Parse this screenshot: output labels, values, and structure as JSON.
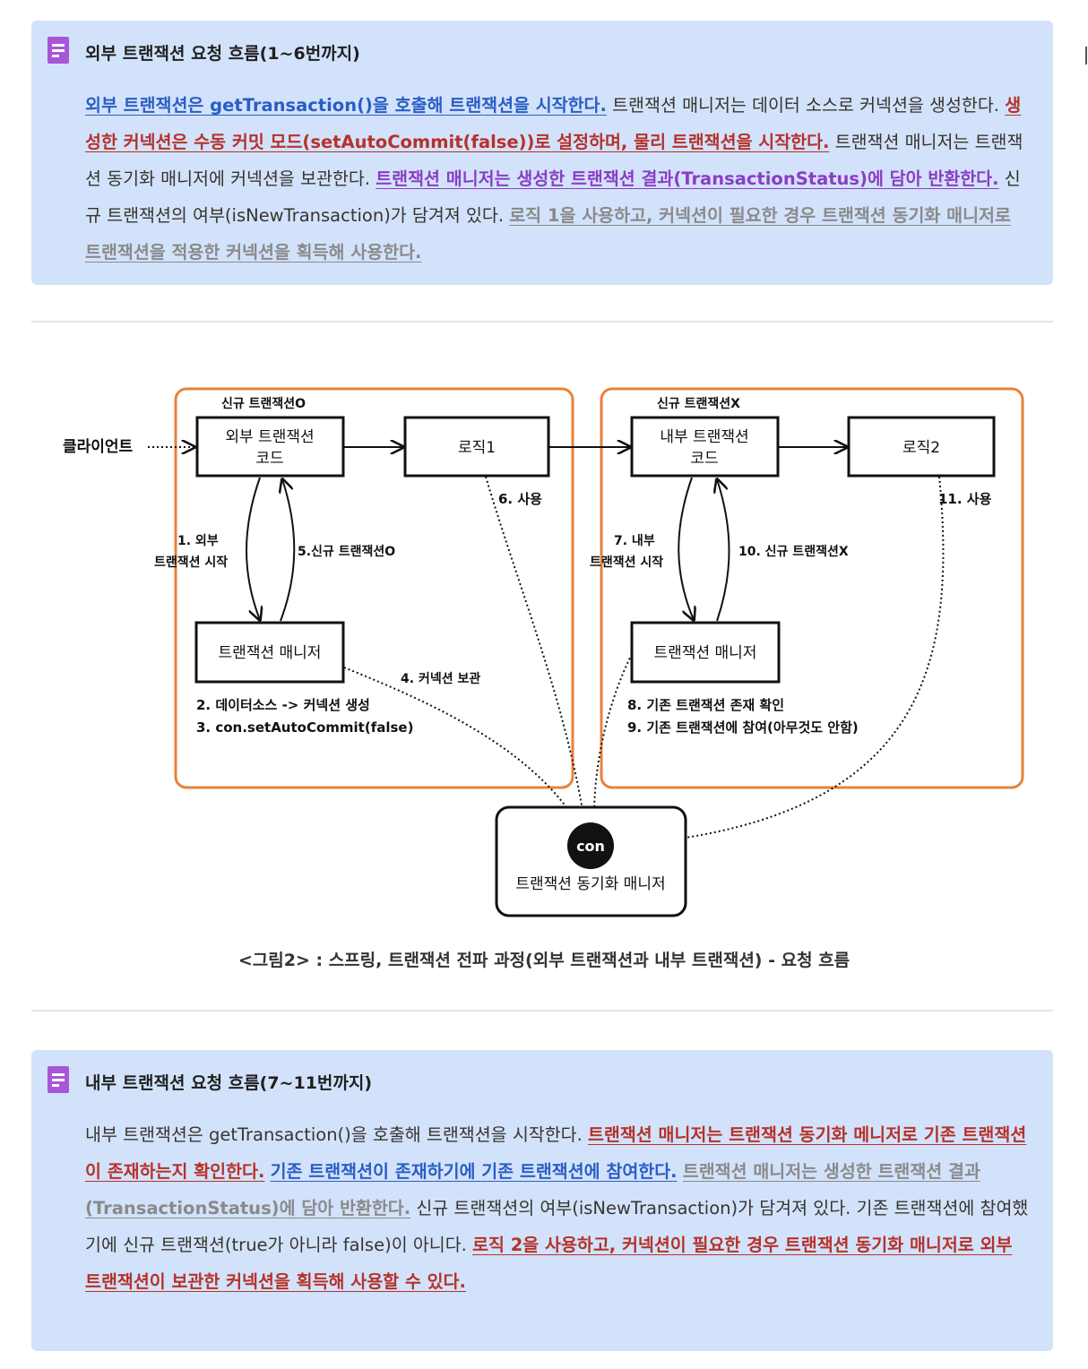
{
  "callout1": {
    "title": "외부 트랜잭션 요청 흐름(1~6번까지)",
    "segments": [
      {
        "text": "외부 트랜잭션은 getTransaction()을 호출해 트랜잭션을 시작한다.",
        "style": "blue"
      },
      {
        "text": " 트랜잭션 매니저는 데이터 소스로 커넥션을 생성한다. ",
        "style": "plain"
      },
      {
        "text": "생성한 커넥션은 수동 커밋 모드(setAutoCommit(false))로 설정하며, 물리 트랜잭션을 시작한다.",
        "style": "red"
      },
      {
        "text": " 트랜잭션 매니저는 트랜잭션 동기화 매니저에 커넥션을 보관한다. ",
        "style": "plain"
      },
      {
        "text": "트랜잭션 매니저는 생성한 트랜잭션 결과(TransactionStatus)에 담아 반환한다.",
        "style": "purple"
      },
      {
        "text": " 신규 트랜잭션의 여부(isNewTransaction)가 담겨져 있다. ",
        "style": "plain"
      },
      {
        "text": "로직 1을 사용하고, 커넥션이 필요한 경우 트랜잭션 동기화 매니저로 트랜잭션을 적용한 커넥션을 획득해 사용한다.",
        "style": "gray"
      }
    ]
  },
  "diagram": {
    "group_outer_label": "신규 트랜잭션O",
    "group_inner_label": "신규 트랜잭션X",
    "client": "클라이언트",
    "outer_code_line1": "외부 트랜잭션",
    "outer_code_line2": "코드",
    "logic1": "로직1",
    "inner_code_line1": "내부 트랜잭션",
    "inner_code_line2": "코드",
    "logic2": "로직2",
    "tm_outer": "트랜잭션 매니저",
    "tm_inner": "트랜잭션 매니저",
    "step1_line1": "1. 외부",
    "step1_line2": "트랜잭션 시작",
    "step5": "5.신규 트랜잭션O",
    "step6": "6. 사용",
    "step4": "4. 커넥션 보관",
    "step2": "2. 데이터소스 -> 커넥션 생성",
    "step3": "3. con.setAutoCommit(false)",
    "step7_line1": "7. 내부",
    "step7_line2": "트랜잭션 시작",
    "step10": "10. 신규 트랜잭션X",
    "step11": "11. 사용",
    "step8": "8. 기존 트랜잭션 존재 확인",
    "step9": "9. 기존 트랜잭션에 참여(아무것도 안함)",
    "con": "con",
    "sync_manager": "트랜잭션 동기화 매니저",
    "caption": "<그림2> : 스프링, 트랜잭션 전파 과정(외부 트랜잭션과 내부 트랜잭션) - 요청 흐름"
  },
  "callout2": {
    "title": "내부 트랜잭션 요청 흐름(7~11번까지)",
    "segments": [
      {
        "text": "내부 트랜잭션은 getTransaction()을 호출해 트랜잭션을 시작한다. ",
        "style": "plain"
      },
      {
        "text": "트랜잭션 매니저는 트랜잭션 동기화 메니저로 기존 트랜잭션이 존재하는지 확인한다.",
        "style": "red"
      },
      {
        "text": " ",
        "style": "plain"
      },
      {
        "text": "기존 트랜잭션이 존재하기에 기존 트랜잭션에 참여한다.",
        "style": "blue"
      },
      {
        "text": " ",
        "style": "plain"
      },
      {
        "text": "트랜잭션 매니저는 생성한 트랜잭션 결과(TransactionStatus)에 담아 반환한다.",
        "style": "gray"
      },
      {
        "text": " 신규 트랜잭션의 여부(isNewTransaction)가 담겨져 있다. 기존 트랜잭션에 참여했기에 신규 트랜잭션(true가 아니라 false)이 아니다. ",
        "style": "plain"
      },
      {
        "text": "로직 2을 사용하고, 커넥션이 필요한 경우 트랜잭션 동기화 매니저로 외부 트랜잭션이 보관한 커넥션을 획득해 사용할 수 있다.",
        "style": "red"
      }
    ]
  },
  "colors": {
    "callout_bg": "#d3e2fb",
    "icon": "#a855d8",
    "group_border": "#e8823a",
    "blue": "#2a5ec4",
    "red": "#b5322a",
    "purple": "#8a3ec3",
    "gray": "#8a8a8a"
  }
}
